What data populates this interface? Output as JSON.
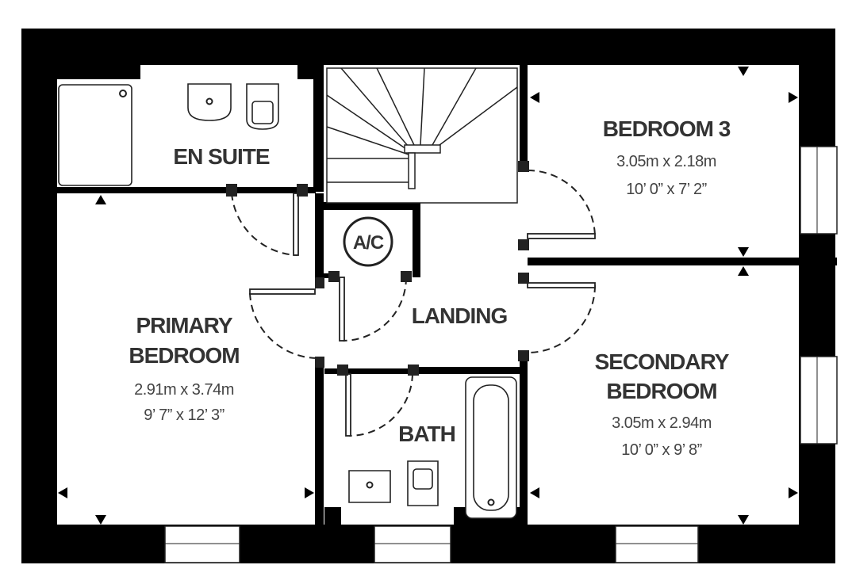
{
  "rooms": {
    "en_suite": {
      "name": "EN SUITE"
    },
    "primary_bedroom": {
      "name_line1": "PRIMARY",
      "name_line2": "BEDROOM",
      "metric": "2.91m x 3.74m",
      "imperial": "9’ 7” x 12’ 3”"
    },
    "ac": {
      "name": "A/C"
    },
    "landing": {
      "name": "LANDING"
    },
    "bath": {
      "name": "BATH"
    },
    "bedroom_3": {
      "name": "BEDROOM 3",
      "metric": "3.05m x 2.18m",
      "imperial": "10’ 0” x 7’ 2”"
    },
    "secondary_bedroom": {
      "name_line1": "SECONDARY",
      "name_line2": "BEDROOM",
      "metric": "3.05m x 2.94m",
      "imperial": "10’ 0” x 9’ 8”"
    }
  }
}
